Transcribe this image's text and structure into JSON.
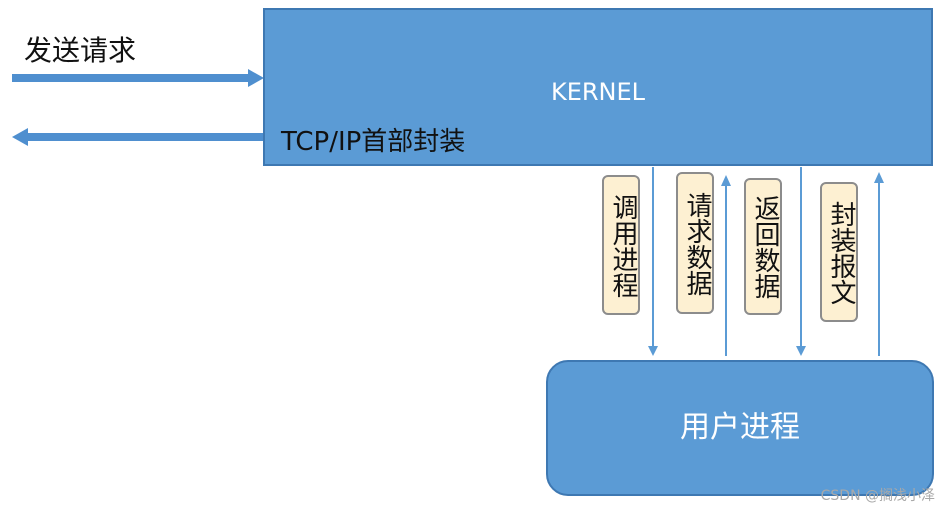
{
  "left_arrows": {
    "send_request_label": "发送请求"
  },
  "kernel": {
    "title": "KERNEL",
    "tcp_label": "TCP/IP首部封装"
  },
  "flow_tags": [
    {
      "label": "调用进程"
    },
    {
      "label": "请求数据"
    },
    {
      "label": "返回数据"
    },
    {
      "label": "封装报文"
    }
  ],
  "user_process": {
    "title": "用户进程"
  },
  "watermark": "CSDN @搁浅小泽",
  "colors": {
    "box_fill": "#5b9bd5",
    "box_border": "#3e78b2",
    "tag_fill": "#fdf0d2",
    "arrow": "#5b9bd5"
  }
}
